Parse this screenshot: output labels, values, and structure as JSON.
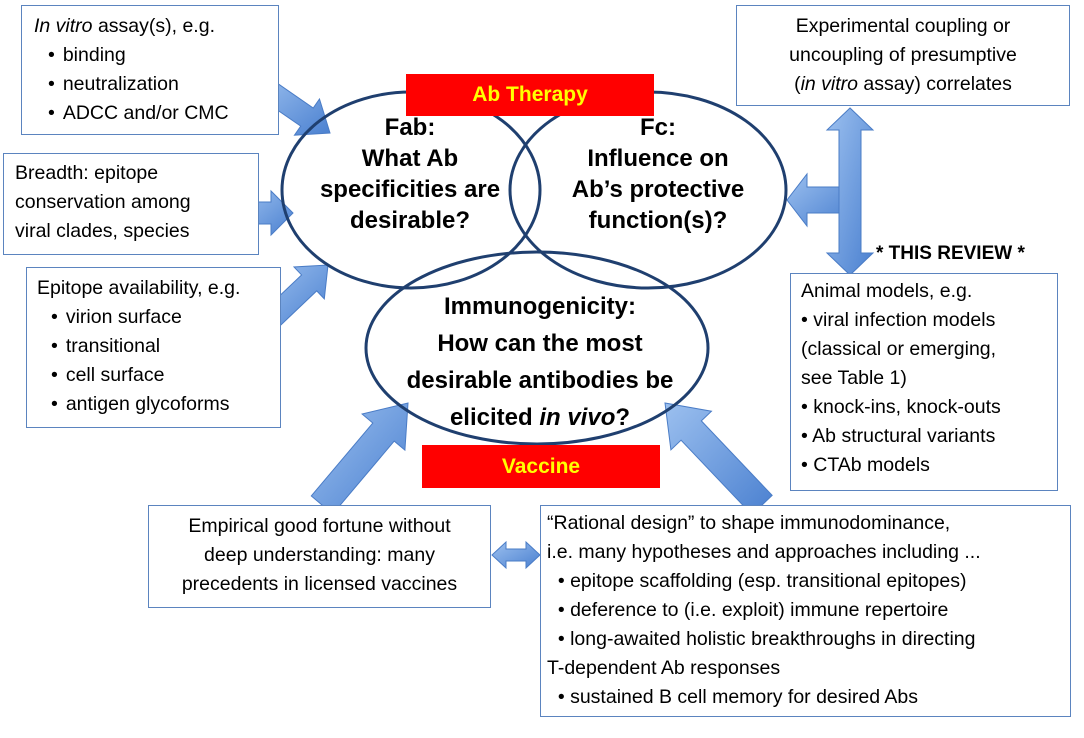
{
  "labels": {
    "ab_therapy": "Ab Therapy",
    "vaccine": "Vaccine",
    "this_review": "* THIS REVIEW *"
  },
  "fab": {
    "title": "Fab:",
    "lines": [
      "What Ab",
      "specificities are",
      "desirable?"
    ]
  },
  "fc": {
    "title": "Fc:",
    "lines": [
      "Influence on",
      "Ab’s protective",
      "function(s)?"
    ]
  },
  "immuno": {
    "title": "Immunogenicity:",
    "lines": [
      "How  can the most",
      "desirable antibodies be"
    ],
    "last_prefix": "elicited ",
    "last_italic": "in vivo",
    "last_suffix": "?"
  },
  "in_vitro_box": {
    "title_italic": "In vitro",
    "title_rest": " assay(s), e.g.",
    "items": [
      "binding",
      "neutralization",
      "ADCC and/or CMC"
    ]
  },
  "breadth_box": {
    "lines": [
      "Breadth: epitope",
      "conservation among",
      "viral clades, species"
    ]
  },
  "epitope_box": {
    "title": "Epitope availability, e.g.",
    "items": [
      "virion surface",
      "transitional",
      "cell surface",
      "antigen glycoforms"
    ]
  },
  "coupling_box": {
    "line1": "Experimental coupling or",
    "line2": "uncoupling of presumptive",
    "line3_open": "(",
    "line3_italic": "in vitro",
    "line3_rest": " assay) correlates"
  },
  "animal_box": {
    "title": "Animal models, e.g.",
    "lines": [
      "• viral infection models",
      "(classical or emerging,",
      "see Table 1)",
      "• knock-ins, knock-outs",
      "• Ab structural variants",
      "• CTAb models"
    ]
  },
  "empirical_box": {
    "lines": [
      "Empirical good fortune without",
      "deep understanding:  many",
      "precedents in licensed vaccines"
    ]
  },
  "rational_box": {
    "lines": [
      "“Rational design” to shape immunodominance,",
      "i.e. many hypotheses and approaches including ...",
      "  • epitope scaffolding (esp. transitional epitopes)",
      "  • deference to (i.e. exploit) immune repertoire",
      "  • long-awaited holistic breakthroughs in directing",
      "T-dependent Ab responses",
      "  • sustained B cell memory for desired Abs"
    ]
  },
  "colors": {
    "arrow": "#5b8fd8",
    "ellipse": "#1f3f6f",
    "box_border": "#5b84bf",
    "red": "#ff0000",
    "yellow": "#ffff00"
  }
}
